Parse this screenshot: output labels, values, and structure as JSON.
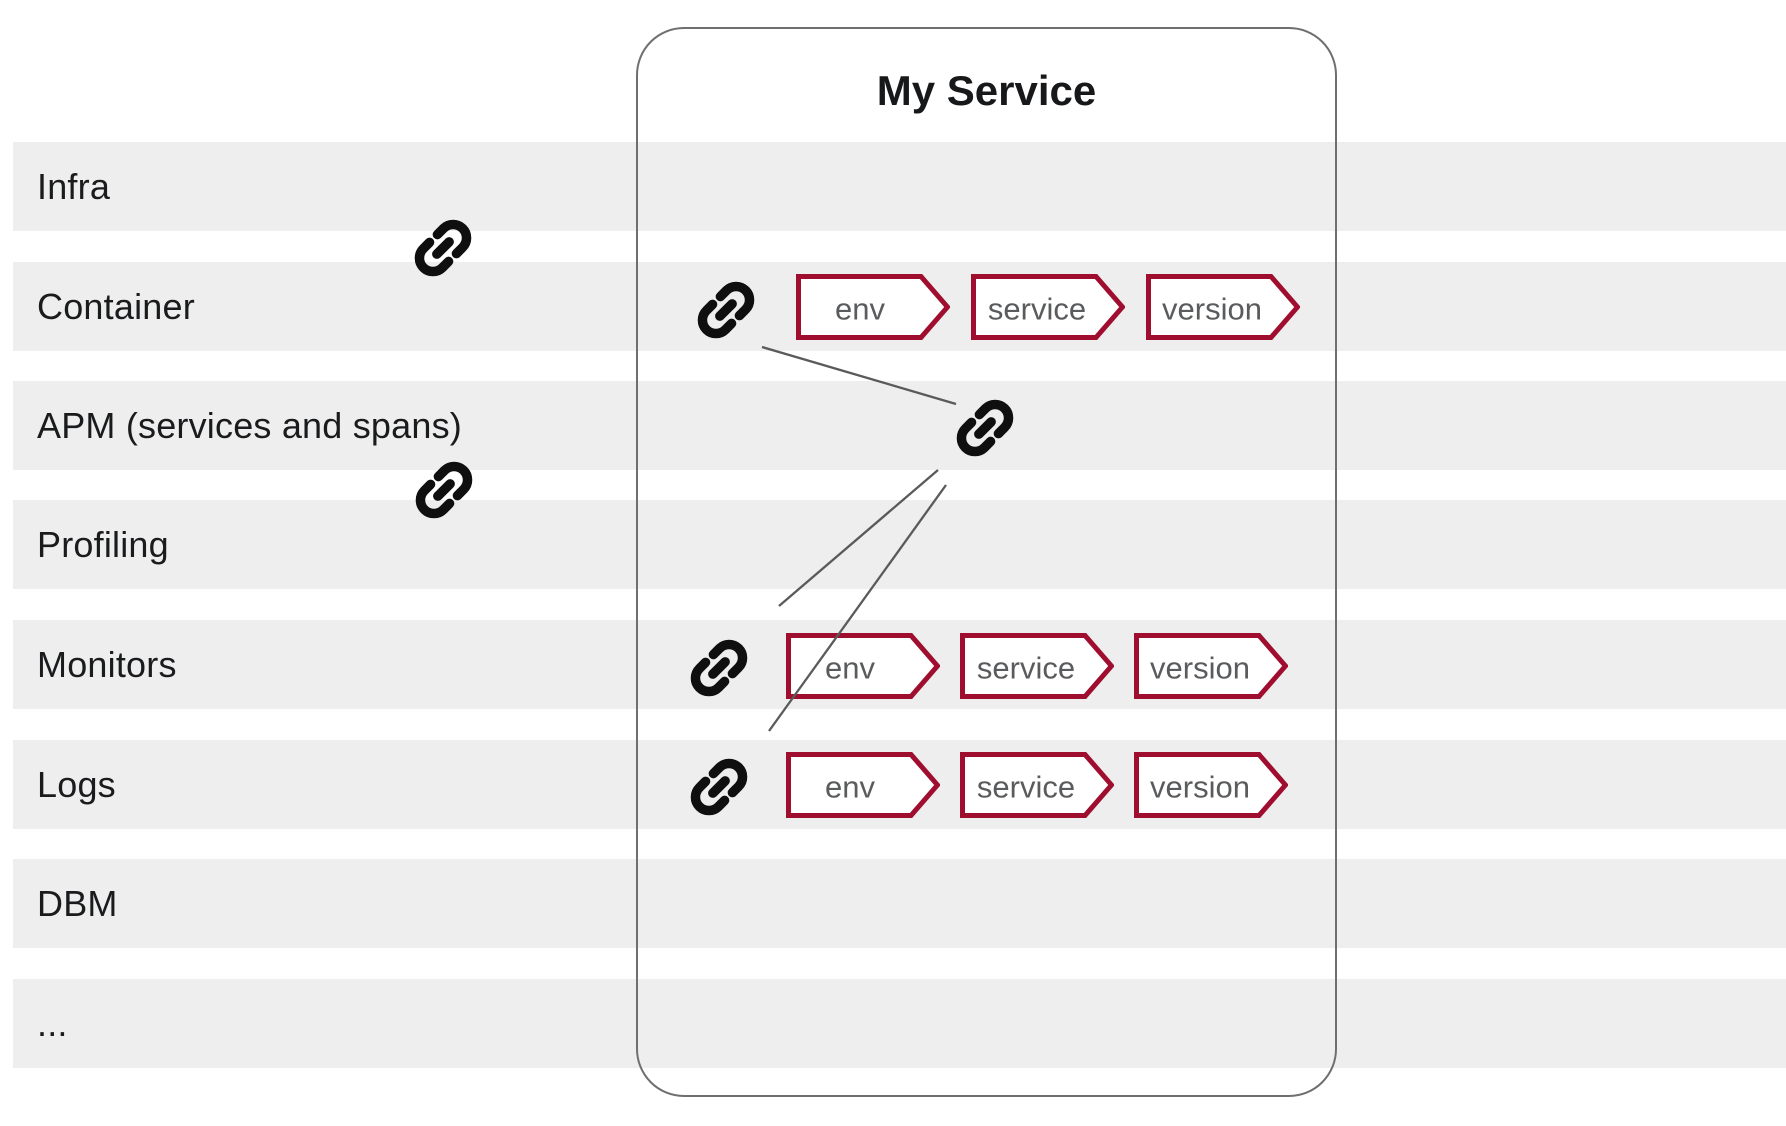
{
  "service_box": {
    "title": "My Service"
  },
  "rows": [
    {
      "label": "Infra"
    },
    {
      "label": "Container"
    },
    {
      "label": "APM (services and spans)"
    },
    {
      "label": "Profiling"
    },
    {
      "label": "Monitors"
    },
    {
      "label": "Logs"
    },
    {
      "label": "DBM"
    },
    {
      "label": "..."
    }
  ],
  "tag_groups": [
    {
      "row": "Container",
      "tags": [
        "env",
        "service",
        "version"
      ]
    },
    {
      "row": "Monitors",
      "tags": [
        "env",
        "service",
        "version"
      ]
    },
    {
      "row": "Logs",
      "tags": [
        "env",
        "service",
        "version"
      ]
    }
  ],
  "icons": {
    "link": "link-icon"
  },
  "colors": {
    "background": "#ffffff",
    "row_background": "#eeeeee",
    "row_label_text": "#1a1b1d",
    "service_box_border": "#6f6f6f",
    "service_title_text": "#17181a",
    "link_icon": "#0f0f0f",
    "connector_line": "#5a5a5a",
    "tag_border": "#a00e2f",
    "tag_fill": "#ffffff",
    "tag_text": "#5a5b5d"
  }
}
